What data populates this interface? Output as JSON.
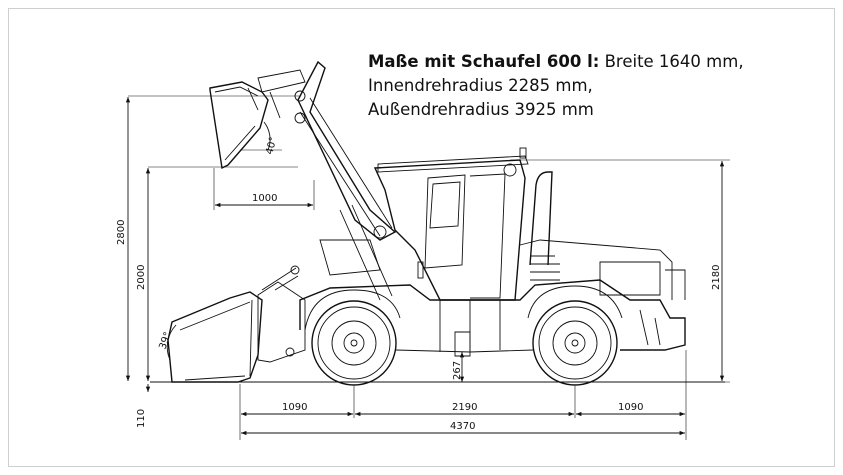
{
  "caption": {
    "bold": "Maße mit Schaufel 600 l:",
    "line1_rest": " Breite 1640 mm,",
    "line2": "Innendrehradius 2285 mm,",
    "line3": "Außendrehradius 3925 mm"
  },
  "dimensions": {
    "height_bucket_raised": "2800",
    "height_pivot": "2000",
    "ground_clearance_bucket": "110",
    "reach": "1000",
    "tip_angle": "40°",
    "roll_back_angle": "39°",
    "ground_clearance": "267",
    "overall_height": "2180",
    "front_overhang": "1090",
    "wheelbase": "2190",
    "rear_overhang": "1090",
    "overall_length": "4370"
  },
  "colors": {
    "line": "#111111",
    "frame": "#cfcfcf"
  }
}
